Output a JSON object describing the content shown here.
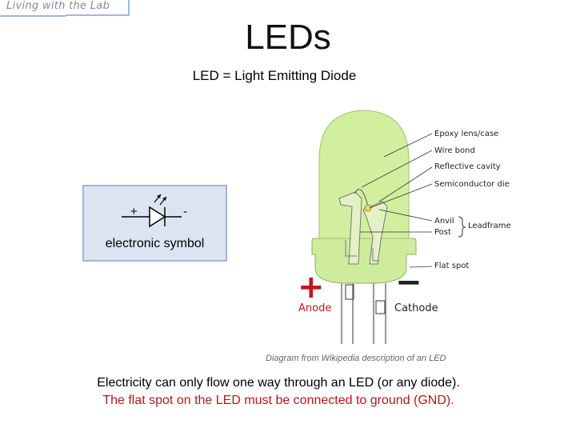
{
  "brand": {
    "text": "Living with the Lab"
  },
  "title": "LEDs",
  "subtitle": "LED = Light Emitting Diode",
  "symbol": {
    "plus": "+",
    "minus": "-",
    "caption": "electronic symbol"
  },
  "diagram": {
    "labels": {
      "epoxy": "Epoxy lens/case",
      "wire_bond": "Wire bond",
      "reflective": "Reflective cavity",
      "die": "Semiconductor die",
      "anvil": "Anvil",
      "post": "Post",
      "leadframe": "Leadframe",
      "flat_spot": "Flat spot",
      "anode_sign": "+",
      "cathode_sign": "−",
      "anode": "Anode",
      "cathode": "Cathode"
    },
    "colors": {
      "lens": "#ccee99",
      "sign": "#c0181a"
    },
    "caption": "Diagram from Wikipedia description of an LED"
  },
  "notes": {
    "line1": "Electricity can only flow one way through an LED (or any diode).",
    "line2": "The flat spot on the LED must be connected to ground (GND)."
  }
}
